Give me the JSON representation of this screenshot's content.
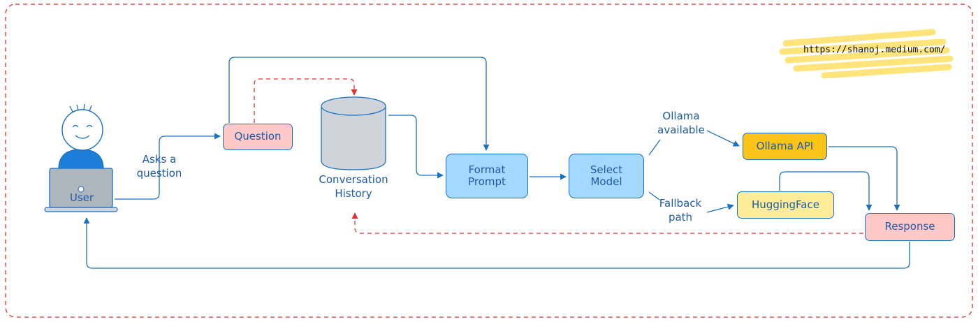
{
  "watermark": "https://shanoj.medium.com/",
  "nodes": {
    "user": "User",
    "question": "Question",
    "history": "Conversation\nHistory",
    "format_prompt": "Format\nPrompt",
    "select_model": "Select\nModel",
    "ollama_api": "Ollama API",
    "huggingface": "HuggingFace",
    "response": "Response"
  },
  "edge_labels": {
    "asks": "Asks a\nquestion",
    "ollama_available": "Ollama\navailable",
    "fallback": "Fallback\npath"
  },
  "colors": {
    "text_blue": "#1e5aa8",
    "line_blue": "#1971c2",
    "dash_red": "#e03131",
    "question_fill": "#ffc9c9",
    "format_fill": "#a5d8ff",
    "ollama_fill": "#fcc419",
    "hf_fill": "#ffec99",
    "response_fill": "#ffc9c9",
    "history_fill": "#ced4da",
    "user_fill": "#ffffff",
    "body_fill": "#1c7ed6",
    "laptop_fill": "#adb5bd",
    "highlight": "#ffe066"
  }
}
